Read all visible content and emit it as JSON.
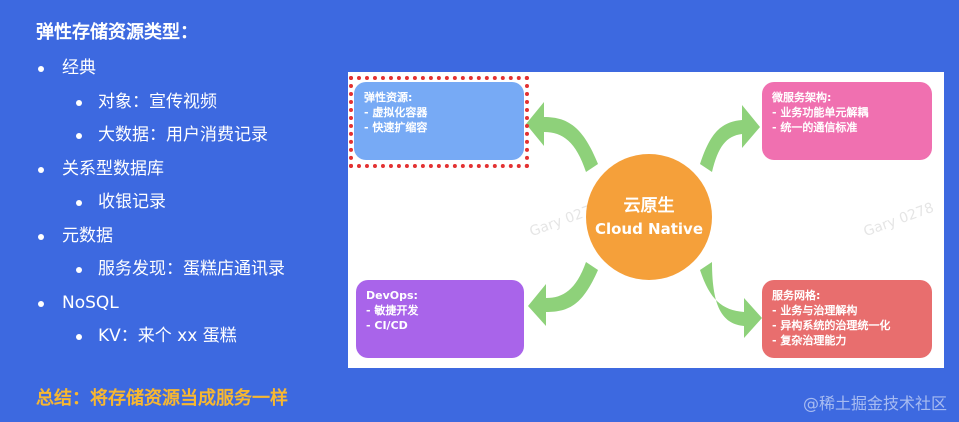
{
  "title": "弹性存储资源类型：",
  "bullets": [
    {
      "level": 1,
      "text": "经典"
    },
    {
      "level": 2,
      "text": "对象：宣传视频"
    },
    {
      "level": 2,
      "text": "大数据：用户消费记录"
    },
    {
      "level": 1,
      "text": "关系型数据库"
    },
    {
      "level": 2,
      "text": "收银记录"
    },
    {
      "level": 1,
      "text": "元数据"
    },
    {
      "level": 2,
      "text": "服务发现：蛋糕店通讯录"
    },
    {
      "level": 1,
      "text": "NoSQL"
    },
    {
      "level": 2,
      "text": "KV：来个 xx 蛋糕"
    }
  ],
  "summary": "总结：将存储资源当成服务一样",
  "site_watermark": "@稀土掘金技术社区",
  "diagram": {
    "center": {
      "cn": "云原生",
      "en": "Cloud Native",
      "color": "#f5a03a"
    },
    "top_left": {
      "title": "弹性资源:",
      "items": [
        "- 虚拟化容器",
        "- 快速扩缩容"
      ],
      "color": "#77aaf5"
    },
    "top_right": {
      "title": "微服务架构:",
      "items": [
        "- 业务功能单元解耦",
        "- 统一的通信标准"
      ],
      "color": "#f070b0"
    },
    "bottom_left": {
      "title": "DevOps:",
      "items": [
        "- 敏捷开发",
        "- CI/CD"
      ],
      "color": "#a964ea"
    },
    "bottom_right": {
      "title": "服务网格:",
      "items": [
        "- 业务与治理解构",
        "- 异构系统的治理统一化",
        "- 复杂治理能力"
      ],
      "color": "#e86e6e"
    },
    "arrow_color": "#8ed17a",
    "highlight_color": "#e33232",
    "faint_watermark": "Gary 0278"
  }
}
